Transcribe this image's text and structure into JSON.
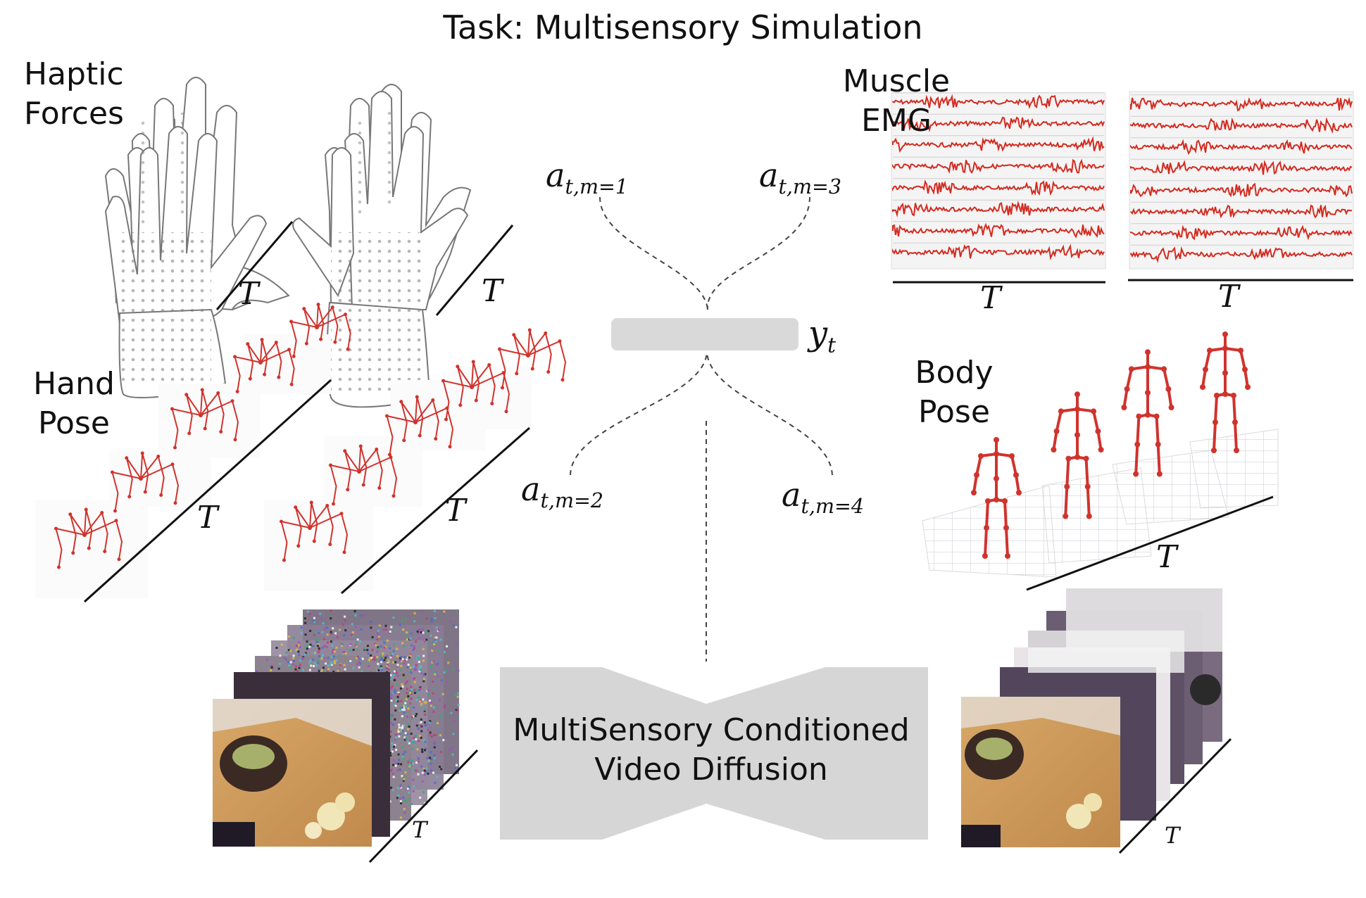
{
  "title": "Task: Multisensory Simulation",
  "modalities": {
    "haptic": {
      "line1": "Haptic",
      "line2": "Forces"
    },
    "emg": {
      "line1": "Muscle",
      "line2": "EMG"
    },
    "hand_pose": {
      "line1": "Hand",
      "line2": "Pose"
    },
    "body_pose": {
      "line1": "Body",
      "line2": "Pose"
    }
  },
  "math": {
    "a_base": "a",
    "a1_sub": "t,m=1",
    "a2_sub": "t,m=2",
    "a3_sub": "t,m=3",
    "a4_sub": "t,m=4",
    "y_base": "y",
    "y_sub": "t"
  },
  "time_axis_label": "T",
  "diffusion": {
    "line1": "MultiSensory Conditioned",
    "line2": "Video Diffusion"
  },
  "colors": {
    "skeleton": "#d0332d",
    "emg": "#d42a1f",
    "bar": "#d9d9d9",
    "bowtie": "#d6d6d6"
  }
}
